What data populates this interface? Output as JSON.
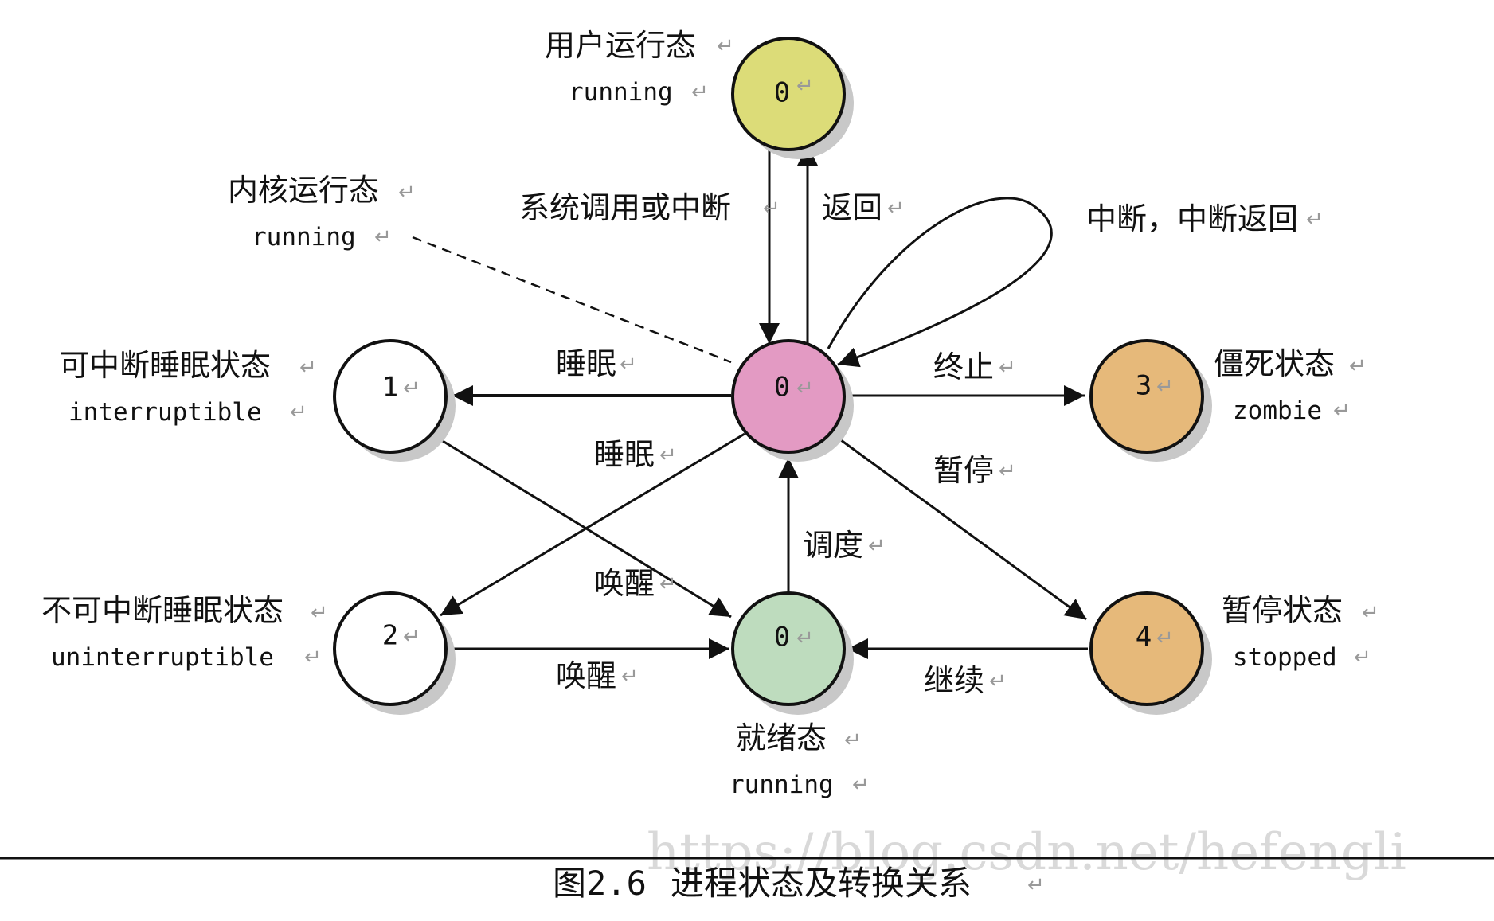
{
  "states": {
    "user_running": {
      "number": "0",
      "title": "用户运行态",
      "subtitle": "running",
      "color": "#dcdc78"
    },
    "kernel_running": {
      "number": "0",
      "title": "内核运行态",
      "subtitle": "running",
      "color": "#e39ac3"
    },
    "interruptible": {
      "number": "1",
      "title": "可中断睡眠状态",
      "subtitle": "interruptible",
      "color": "#ffffff"
    },
    "uninterruptible": {
      "number": "2",
      "title": "不可中断睡眠状态",
      "subtitle": "uninterruptible",
      "color": "#ffffff"
    },
    "ready": {
      "number": "0",
      "title": "就绪态",
      "subtitle": "running",
      "color": "#bedcbe"
    },
    "zombie": {
      "number": "3",
      "title": "僵死状态",
      "subtitle": "zombie",
      "color": "#e6b97a"
    },
    "stopped": {
      "number": "4",
      "title": "暂停状态",
      "subtitle": "stopped",
      "color": "#e6b97a"
    }
  },
  "transitions": {
    "syscall": "系统调用或中断",
    "return": "返回",
    "interrupt_loop": "中断，中断返回",
    "sleep_interruptible": "睡眠",
    "sleep_uninterruptible": "睡眠",
    "terminate": "终止",
    "pause": "暂停",
    "schedule": "调度",
    "wake_interruptible": "唤醒",
    "wake_uninterruptible": "唤醒",
    "continue": "继续"
  },
  "caption": {
    "figure": "图2.6",
    "text": "进程状态及转换关系"
  },
  "watermark": "https://blog.csdn.net/hefengli",
  "return_mark": "↵"
}
